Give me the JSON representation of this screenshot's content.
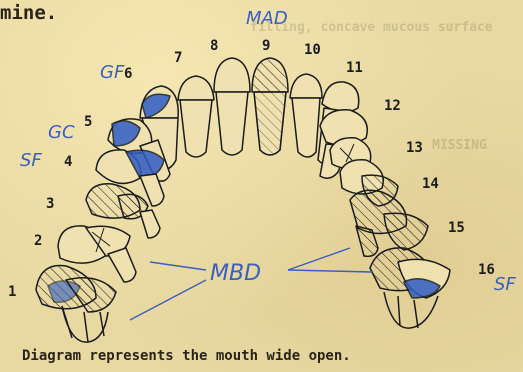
{
  "header_fragment": "mine.",
  "caption": "Diagram represents the mouth wide open.",
  "bleed_through": [
    "filling, concave mucous surface",
    "MISSING"
  ],
  "tooth_numbers": [
    "1",
    "2",
    "3",
    "4",
    "5",
    "6",
    "7",
    "8",
    "9",
    "10",
    "11",
    "12",
    "13",
    "14",
    "15",
    "16"
  ],
  "annotations": {
    "tooth_9": "MAD",
    "tooth_6": "GF",
    "tooth_5": "GC",
    "tooth_4": "SF",
    "lower_center": "MBD",
    "tooth_16": "SF"
  },
  "colors": {
    "paper": "#e8d9a3",
    "ink": "#1b1b1b",
    "blue_pencil": "#3a5fbf",
    "blue_fill": "#2f5cc4"
  }
}
